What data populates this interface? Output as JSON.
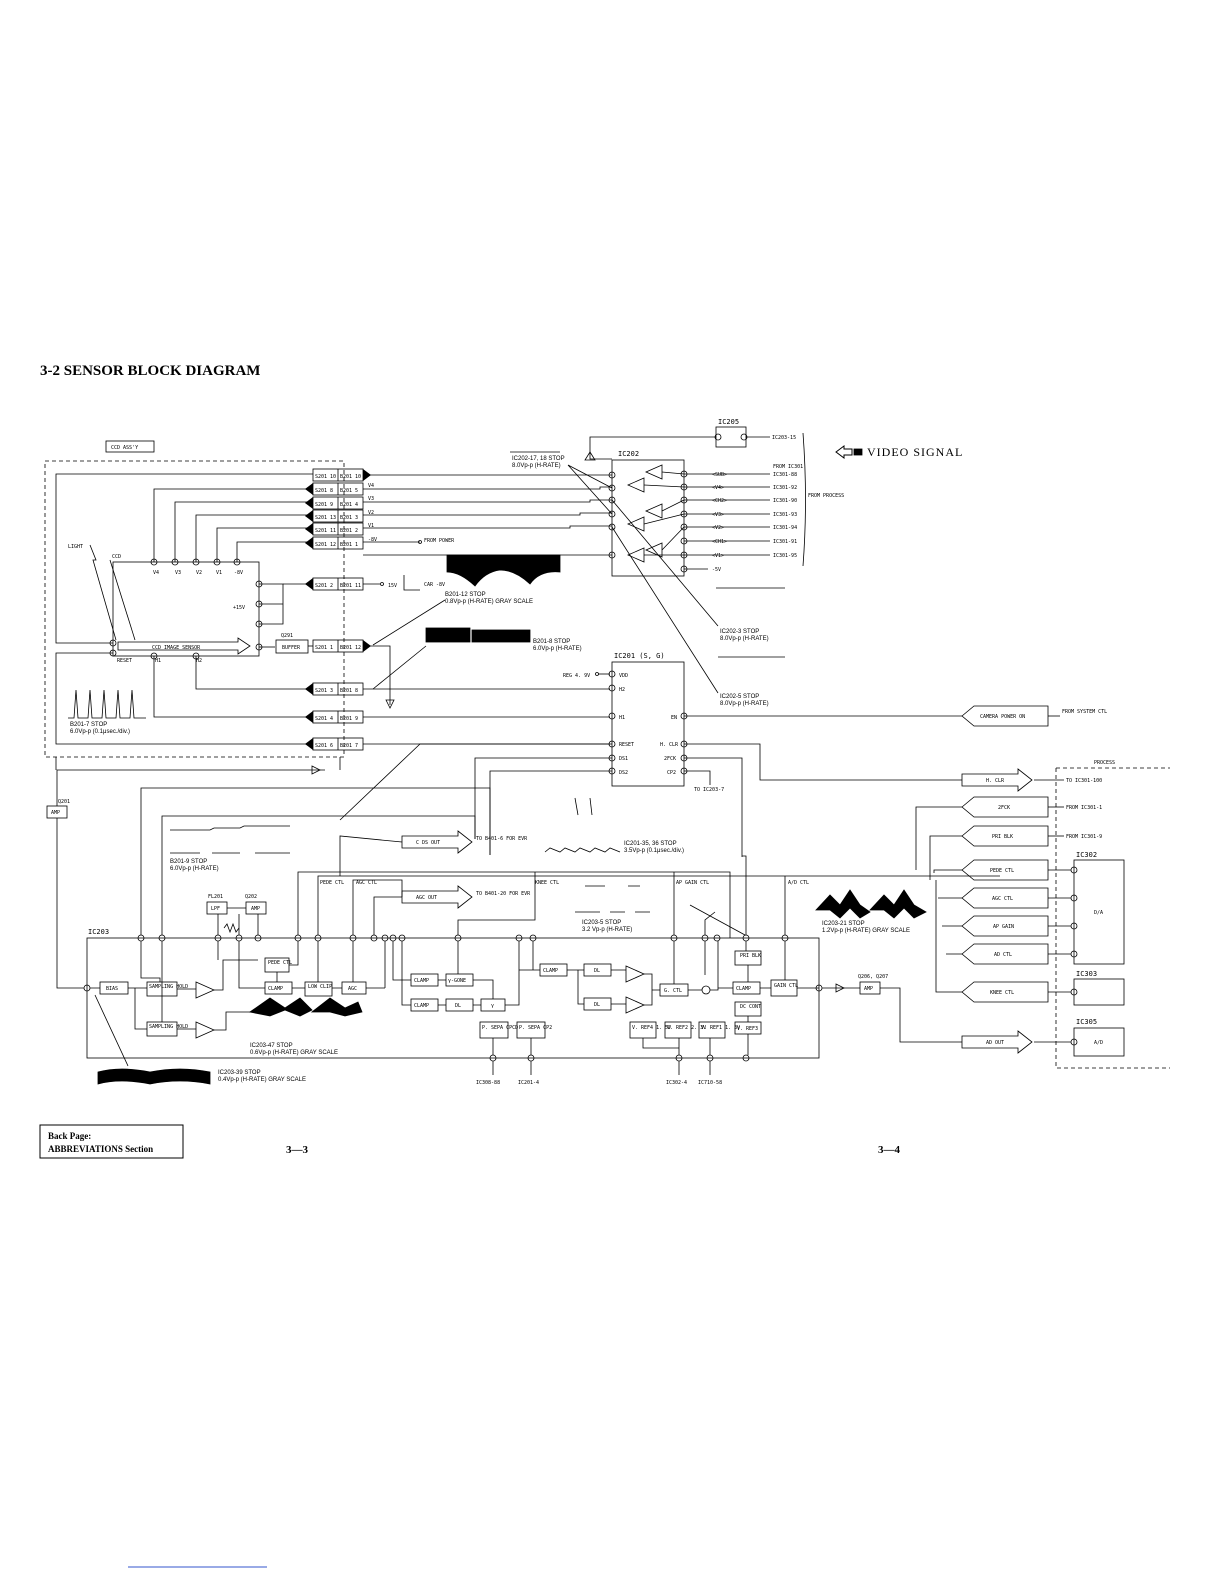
{
  "title": "3-2  SENSOR BLOCK DIAGRAM",
  "legend": {
    "label": "VIDEO SIGNAL"
  },
  "page_numbers": {
    "left": "3—3",
    "right": "3—4"
  },
  "back_page": {
    "line1": "Back Page:",
    "line2": "ABBREVIATIONS Section"
  },
  "blocks": {
    "ccd_assy": "CCD ASS'Y",
    "light": "LIGHT",
    "ccd": "CCD",
    "ccd_image_sensor": "CCD IMAGE SENSOR",
    "q201_label": "Q201",
    "q201": "AMP",
    "q291_label": "Q291",
    "buffer": "BUFFER",
    "ic205": "IC205",
    "ic202": "IC202",
    "ic201": "IC201 (S, G)",
    "ic203": "IC203",
    "ic302": "IC302",
    "ic303": "IC303",
    "ic305": "IC305",
    "da": "D/A",
    "ad": "A/D",
    "process": "PROCESS",
    "fl201": "FL201",
    "q202": "Q202",
    "lpf": "LPF",
    "amp": "AMP",
    "bias": "BIAS",
    "sampling_hold_1": "SAMPLING HOLD",
    "sampling_hold_2": "SAMPLING HOLD",
    "pede_ctl_inner": "PEDE CTL",
    "clamp": "CLAMP",
    "low_clip": "LOW CLIP",
    "agc": "AGC",
    "clamp_2": "CLAMP",
    "clamp_3": "CLAMP",
    "gamma_gone": "γ-GONE",
    "dl_1": "DL",
    "gamma": "γ",
    "clamp_4": "CLAMP",
    "dl_2": "DL",
    "dl_3": "DL",
    "g_ctl": "G. CTL",
    "clamp_5": "CLAMP",
    "gain_ctl": "GAIN CTL",
    "pri_blk_inner": "PRI BLK",
    "dc_cont": "DC CONT",
    "v_ref3": "V. REF3",
    "p_sepa_cpcd": "P. SEPA CPCD",
    "p_sepa_cp2": "P. SEPA CP2",
    "v_ref4": "V. REF4 1. 5V",
    "v_ref2": "V. REF2 2. 3V",
    "v_ref1": "V. REF1 1. 3V",
    "q206_q207": "Q206, Q207",
    "amp_out": "AMP",
    "cds_out": "C DS OUT",
    "agc_out": "AGC OUT",
    "h_clr": "H. CLR",
    "2fck": "2FCK",
    "pri_blk": "PRI BLK",
    "pede_ctl": "PEDE CTL",
    "agc_ctl": "AGC CTL",
    "ap_gain": "AP GAIN",
    "ad_ctl": "AD CTL",
    "knee_ctl": "KNEE CTL",
    "ad_out": "AD OUT",
    "camera_power_on": "CAMERA POWER ON"
  },
  "connectors": {
    "s201_10": "S201 10",
    "b201_19": "B201 10",
    "s201_8": "S201 8",
    "b201_5": "B201 5",
    "s201_9": "S201 9",
    "b201_4": "B201 4",
    "s201_13": "S201 13",
    "b201_3": "B201 3",
    "s201_11": "S201 11",
    "b201_2": "B201 2",
    "s201_12": "S201 12",
    "b201_1": "B201 1",
    "s201_2": "S201 2",
    "b201_11": "B201 11",
    "s201_1": "S201 1",
    "b201_12": "B201 12",
    "s201_3": "S201 3",
    "b201_8": "B201 8",
    "s201_4": "S201 4",
    "b201_9": "B201 9",
    "s201_6": "S201 6",
    "b201_7": "B201 7"
  },
  "signals": {
    "v4": "V4",
    "v3": "V3",
    "v2": "V2",
    "v1": "V1",
    "minus8v": "-8V",
    "plus15v": "+15V",
    "reset": "RESET",
    "h1": "H1",
    "h2": "H2",
    "from_power": "FROM POWER",
    "plus15v_b": "15V",
    "car_8v": "CAR -8V",
    "sub": "<SUB>",
    "v4i": "<V4>",
    "ch2": "<CH2>",
    "v3i": "<V3>",
    "v2i": "<V2>",
    "ch1": "<CH1>",
    "v1i": "<V1>",
    "minus5v": "-5V",
    "from_ic301": "FROM IC301",
    "from_process": "FROM PROCESS",
    "ic301_88": "IC301-88",
    "ic301_92": "IC301-92",
    "ic301_90": "IC301-90",
    "ic301_93": "IC301-93",
    "ic301_94": "IC301-94",
    "ic301_91": "IC301-91",
    "ic301_95": "IC301-95",
    "ic203_15": "IC203-15",
    "reg_4_9v": "REG 4. 9V",
    "vdd": "VDD",
    "h2p": "H2",
    "h1p": "H1",
    "resetp": "RESET",
    "ds1": "DS1",
    "ds2": "DS2",
    "en": "EN",
    "hclr_pin": "H. CLR",
    "2fck_pin": "2FCK",
    "cp2": "CP2",
    "to_ic203_7": "TO IC203-7",
    "to_b401_6": "TO B401-6 FOR EVR",
    "to_b401_20": "TO B401-20 FOR EVR",
    "from_system_ctl": "FROM SYSTEM CTL",
    "to_ic301_100": "TO IC301-100",
    "from_ic301_1": "FROM IC301-1",
    "from_ic301_9": "FROM IC301-9",
    "pede_ctl_in": "PEDE CTL",
    "agc_ctl_in": "AGC CTL",
    "knee_ctl_in": "KNEE CTL",
    "ap_gain_in": "AP GAIN CTL",
    "ad_ctl_in": "A/D CTL",
    "ic308_88": "IC308-88",
    "ic201_4": "IC201-4",
    "ic302_4": "IC302-4",
    "ic710_58": "IC710-58"
  },
  "waveforms": {
    "ic202_17": {
      "line1": "IC202-17, 18 STOP",
      "line2": "8.0Vp-p (H-RATE)"
    },
    "b201_12": {
      "line1": "B201-12 STOP",
      "line2": "0.8Vp-p (H-RATE)  GRAY SCALE"
    },
    "b201_8": {
      "line1": "B201-8 STOP",
      "line2": "6.0Vp-p (H-RATE)"
    },
    "ic202_3": {
      "line1": "IC202-3  STOP",
      "line2": "8.0Vp-p (H-RATE)"
    },
    "ic202_5": {
      "line1": "IC202-5  STOP",
      "line2": "8.0Vp-p (H-RATE)"
    },
    "b201_7": {
      "line1": "B201-7  STOP",
      "line2": "6.0Vp-p (0.1μsec./div.)"
    },
    "b201_9": {
      "line1": "B201-9  STOP",
      "line2": "6.0Vp-p (H-RATE)"
    },
    "ic201_35": {
      "line1": "IC201-35, 36 STOP",
      "line2": "3.5Vp-p (0.1μsec./div.)"
    },
    "ic203_5": {
      "line1": "IC203-5  STOP",
      "line2": "3.2 Vp-p (H-RATE)"
    },
    "ic203_21": {
      "line1": "IC203-21  STOP",
      "line2": "1.2Vp-p (H-RATE)  GRAY SCALE"
    },
    "ic203_47": {
      "line1": "IC203-47  STOP",
      "line2": "0.6Vp-p (H-RATE)  GRAY SCALE"
    },
    "ic203_39": {
      "line1": "IC203-39  STOP",
      "line2": "0.4Vp-p (H-RATE)  GRAY SCALE"
    }
  },
  "colors": {
    "ink": "#000000",
    "paper": "#ffffff",
    "link": "#3355cc"
  }
}
